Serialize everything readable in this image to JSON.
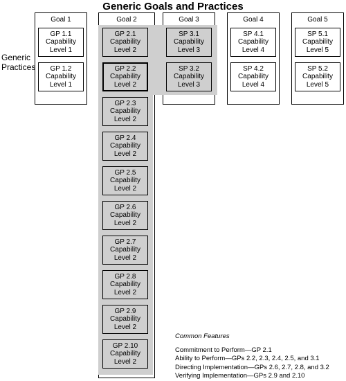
{
  "title": "Generic Goals and Practices",
  "side_label_line1": "Generic",
  "side_label_line2": "Practices",
  "goals": [
    "Goal 1",
    "Goal 2",
    "Goal 3",
    "Goal 4",
    "Goal 5"
  ],
  "practices": {
    "g1": [
      {
        "id": "GP 1.1",
        "cap": "Capability",
        "level": "Level 1"
      },
      {
        "id": "GP 1.2",
        "cap": "Capability",
        "level": "Level 1"
      }
    ],
    "g2": [
      {
        "id": "GP 2.1",
        "cap": "Capability",
        "level": "Level 2"
      },
      {
        "id": "GP 2.2",
        "cap": "Capability",
        "level": "Level 2"
      },
      {
        "id": "GP 2.3",
        "cap": "Capability",
        "level": "Level 2"
      },
      {
        "id": "GP 2.4",
        "cap": "Capability",
        "level": "Level 2"
      },
      {
        "id": "GP 2.5",
        "cap": "Capability",
        "level": "Level 2"
      },
      {
        "id": "GP 2.6",
        "cap": "Capability",
        "level": "Level 2"
      },
      {
        "id": "GP 2.7",
        "cap": "Capability",
        "level": "Level 2"
      },
      {
        "id": "GP 2.8",
        "cap": "Capability",
        "level": "Level 2"
      },
      {
        "id": "GP 2.9",
        "cap": "Capability",
        "level": "Level 2"
      },
      {
        "id": "GP 2.10",
        "cap": "Capability",
        "level": "Level 2"
      }
    ],
    "g3": [
      {
        "id": "SP 3.1",
        "cap": "Capability",
        "level": "Level 3"
      },
      {
        "id": "SP 3.2",
        "cap": "Capability",
        "level": "Level 3"
      }
    ],
    "g4": [
      {
        "id": "SP 4.1",
        "cap": "Capability",
        "level": "Level 4"
      },
      {
        "id": "SP 4.2",
        "cap": "Capability",
        "level": "Level 4"
      }
    ],
    "g5": [
      {
        "id": "SP 5.1",
        "cap": "Capability",
        "level": "Level 5"
      },
      {
        "id": "SP 5.2",
        "cap": "Capability",
        "level": "Level 5"
      }
    ]
  },
  "common_features": {
    "title": "Common Features",
    "lines": [
      "Commitment to Perform—GP 2.1",
      "Ability to Perform—GPs 2.2, 2.3, 2.4, 2.5, and 3.1",
      "Directing Implementation—GPs 2.6, 2.7, 2.8, and 3.2",
      "Verifying Implementation—GPs 2.9 and 2.10"
    ]
  }
}
